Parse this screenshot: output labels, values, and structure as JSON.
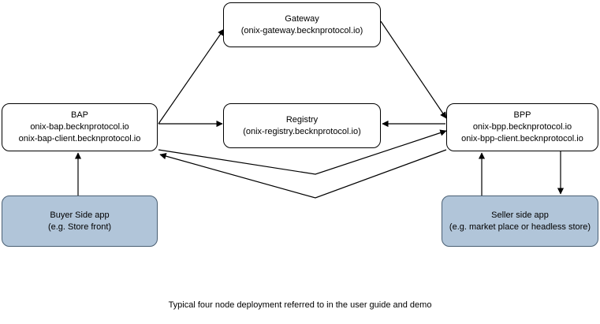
{
  "diagram": {
    "title_caption": "Typical four node deployment referred to in the user guide and demo",
    "colors": {
      "node_fill": "#ffffff",
      "app_node_fill": "#b1c5d9",
      "stroke": "#000000",
      "app_node_stroke": "#4a5f73"
    },
    "nodes": [
      {
        "id": "gateway",
        "lines": [
          "Gateway",
          "(onix-gateway.becknprotocol.io)"
        ]
      },
      {
        "id": "bap",
        "lines": [
          "BAP",
          "onix-bap.becknprotocol.io",
          "onix-bap-client.becknprotocol.io"
        ]
      },
      {
        "id": "registry",
        "lines": [
          "Registry",
          "(onix-registry.becknprotocol.io)"
        ]
      },
      {
        "id": "bpp",
        "lines": [
          "BPP",
          "onix-bpp.becknprotocol.io",
          "onix-bpp-client.becknprotocol.io"
        ]
      },
      {
        "id": "buyer",
        "lines": [
          "Buyer Side app",
          "(e.g. Store front)"
        ]
      },
      {
        "id": "seller",
        "lines": [
          "Seller side app",
          "(e.g. market place or headless store)"
        ]
      }
    ],
    "edges": [
      {
        "id": "bap-to-gateway",
        "from": "bap",
        "to": "gateway",
        "label": ""
      },
      {
        "id": "gateway-to-bpp",
        "from": "gateway",
        "to": "bpp",
        "label": ""
      },
      {
        "id": "bap-to-registry",
        "from": "bap",
        "to": "registry",
        "label": ""
      },
      {
        "id": "bpp-to-registry",
        "from": "bpp",
        "to": "registry",
        "label": ""
      },
      {
        "id": "bap-to-bpp",
        "from": "bap",
        "to": "bpp",
        "label": ""
      },
      {
        "id": "bpp-to-bap",
        "from": "bpp",
        "to": "bap",
        "label": ""
      },
      {
        "id": "buyer-to-bap",
        "from": "buyer",
        "to": "bap",
        "label": ""
      },
      {
        "id": "seller-to-bpp",
        "from": "seller",
        "to": "bpp",
        "label": ""
      },
      {
        "id": "bpp-to-seller",
        "from": "bpp",
        "to": "seller",
        "label": ""
      }
    ]
  }
}
